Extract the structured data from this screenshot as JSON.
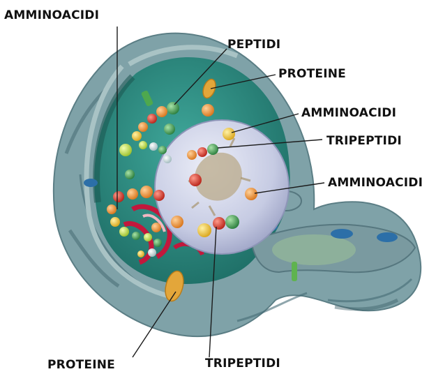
{
  "labels": {
    "amminoacidi_top": "AMMINOACIDI",
    "peptidi": "PEPTIDI",
    "proteine_top": "PROTEINE",
    "amminoacidi_right1": "AMMINOACIDI",
    "tripeptidi_right": "TRIPEPTIDI",
    "amminoacidi_right2": "AMMINOACIDI",
    "proteine_bottom": "PROTEINE",
    "tripeptidi_bottom": "TRIPEPTIDI"
  },
  "colors": {
    "membrane": "#7f9fa5",
    "membrane_dark": "#5d7f86",
    "cytoplasm": "#2f8a80",
    "nucleus": "#c9cfe6",
    "nucleolus": "#b9a989",
    "golgi": "#c2183c",
    "amino_red": "#d63b2b",
    "amino_orange": "#e98a23",
    "amino_yellow": "#f0c330",
    "amino_green": "#3d9a4f",
    "protein": "#e3a63a"
  }
}
